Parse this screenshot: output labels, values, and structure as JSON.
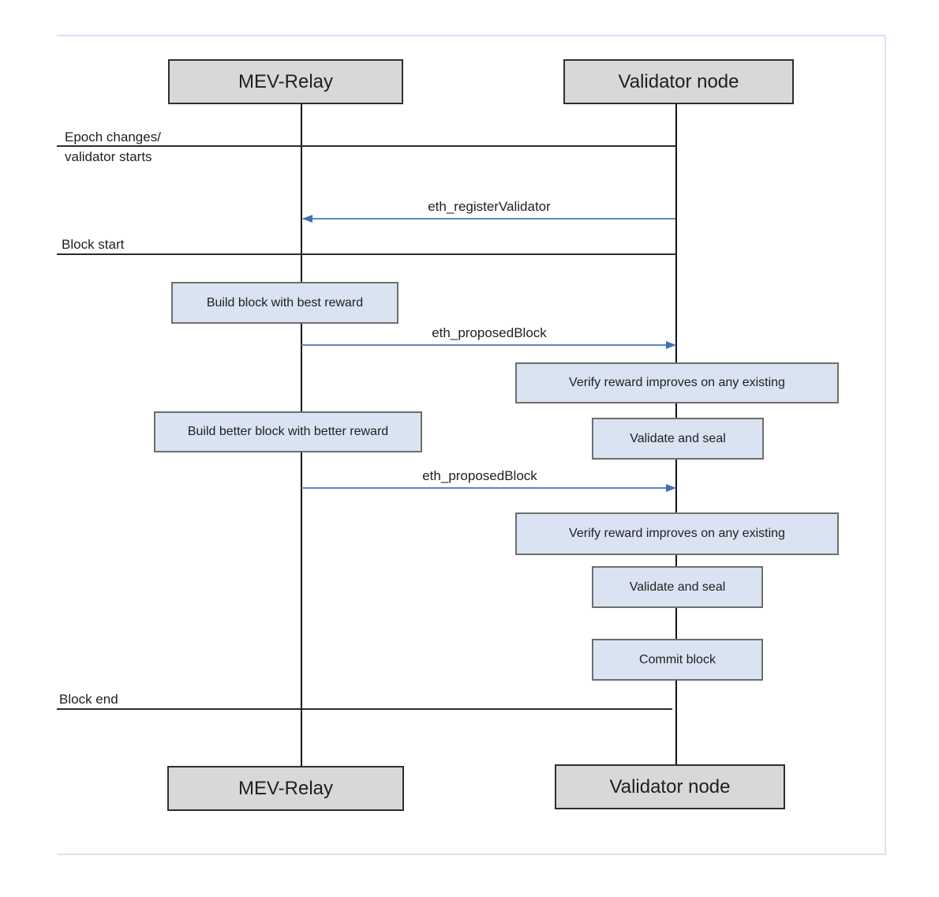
{
  "diagram": {
    "type": "sequence-diagram",
    "actors_top": {
      "left": "MEV-Relay",
      "right": "Validator node"
    },
    "actors_bottom": {
      "left": "MEV-Relay",
      "right": "Validator node"
    },
    "phases": [
      {
        "line1": "Epoch changes/",
        "line2": "validator starts"
      },
      {
        "label": "Block start"
      },
      {
        "label": "Block end"
      }
    ],
    "messages": [
      {
        "label": "eth_registerValidator",
        "from": "Validator node",
        "to": "MEV-Relay",
        "direction": "left"
      },
      {
        "label": "eth_proposedBlock",
        "from": "MEV-Relay",
        "to": "Validator node",
        "direction": "right"
      },
      {
        "label": "eth_proposedBlock",
        "from": "MEV-Relay",
        "to": "Validator node",
        "direction": "right"
      }
    ],
    "activities": [
      {
        "actor": "MEV-Relay",
        "label": "Build block with best reward"
      },
      {
        "actor": "Validator node",
        "label": "Verify reward improves on any existing"
      },
      {
        "actor": "MEV-Relay",
        "label": "Build better block with better reward"
      },
      {
        "actor": "Validator node",
        "label": "Validate and seal"
      },
      {
        "actor": "Validator node",
        "label": "Verify reward improves on any existing"
      },
      {
        "actor": "Validator node",
        "label": "Validate and seal"
      },
      {
        "actor": "Validator node",
        "label": "Commit block"
      }
    ],
    "colors": {
      "actor_box_fill": "#d8d8d8",
      "actor_box_border": "#2f2f2f",
      "activity_box_fill": "#dae3f1",
      "activity_box_border": "#6e6e6e",
      "arrow": "#5b87c0",
      "arrow_head": "#3f72b5",
      "line": "#141414",
      "page_frame": "#d7e3f2"
    }
  }
}
